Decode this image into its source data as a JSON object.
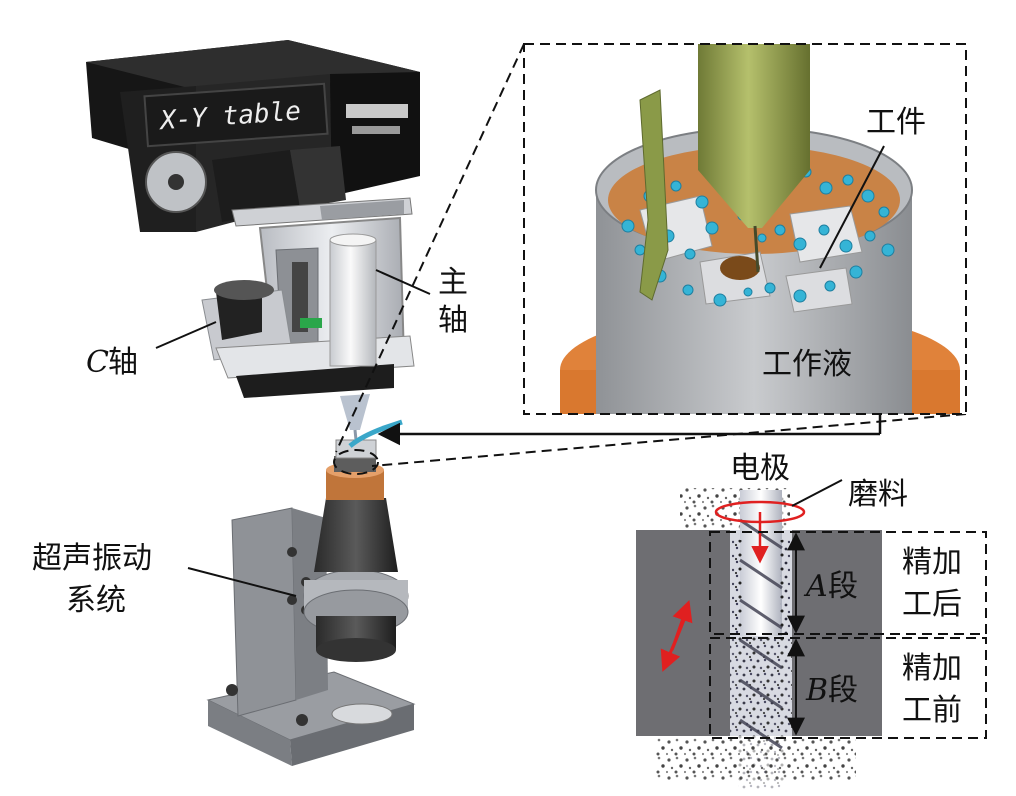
{
  "machine": {
    "plate_text": "X-Y table"
  },
  "labels": {
    "spindle_line1": "主",
    "spindle_line2": "轴",
    "c_axis_letter": "C",
    "c_axis_suffix": "轴",
    "ultrasonic_line1": "超声振动",
    "ultrasonic_line2": "系统",
    "workpiece": "工件",
    "fluid": "工作液",
    "electrode": "电极",
    "abrasive": "磨料",
    "seg_a_letter": "A",
    "seg_a_suffix": "段",
    "seg_b_letter": "B",
    "seg_b_suffix": "段",
    "after_line1": "精加",
    "after_line2": "工后",
    "before_line1": "精加",
    "before_line2": "工前"
  },
  "colors": {
    "machine_dark": "#1b1b1b",
    "machine_silver": "#d4d6da",
    "electrode_olive": "#8e9a4c",
    "fluid_cyan": "#2fb8d8",
    "ring_orange": "#e28a3a",
    "workpiece_gray": "#6e6e72",
    "arrow_red": "#e02020"
  }
}
